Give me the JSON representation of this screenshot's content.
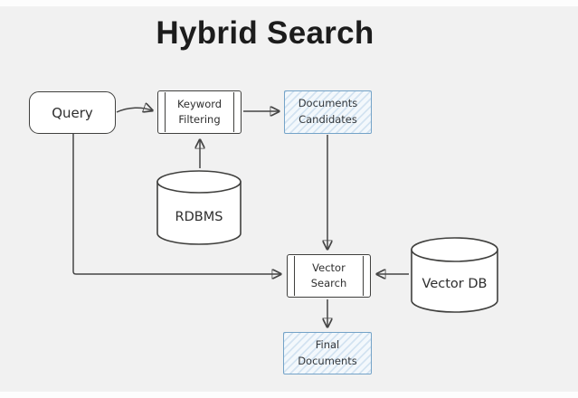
{
  "title": "Hybrid Search",
  "colors": {
    "background": "#f1f1f1",
    "title_color": "#1c1c1c",
    "node_border": "#40403e",
    "node_fill": "#ffffff",
    "edge_stroke": "#454545",
    "highlight_border": "#74a3c8",
    "highlight_fill": "#f3f8fc",
    "highlight_hatch": "#d3e3f1"
  },
  "diagram": {
    "nodes": {
      "query": {
        "label": "Query",
        "shape": "rounded-rectangle"
      },
      "keyword_filtering": {
        "line1": "Keyword",
        "line2": "Filtering",
        "shape": "process"
      },
      "documents_candidates": {
        "line1": "Documents",
        "line2": "Candidates",
        "shape": "highlighted-rectangle"
      },
      "rdbms": {
        "label": "RDBMS",
        "shape": "cylinder"
      },
      "vector_search": {
        "line1": "Vector",
        "line2": "Search",
        "shape": "process"
      },
      "vector_db": {
        "label": "Vector DB",
        "shape": "cylinder"
      },
      "final_documents": {
        "line1": "Final",
        "line2": "Documents",
        "shape": "highlighted-rectangle"
      }
    },
    "edges": [
      {
        "from": "Query",
        "to": "Keyword Filtering"
      },
      {
        "from": "Keyword Filtering",
        "to": "Documents Candidates"
      },
      {
        "from": "RDBMS",
        "to": "Keyword Filtering"
      },
      {
        "from": "Documents Candidates",
        "to": "Vector Search"
      },
      {
        "from": "Query",
        "to": "Vector Search"
      },
      {
        "from": "Vector DB",
        "to": "Vector Search"
      },
      {
        "from": "Vector Search",
        "to": "Final Documents"
      }
    ]
  }
}
